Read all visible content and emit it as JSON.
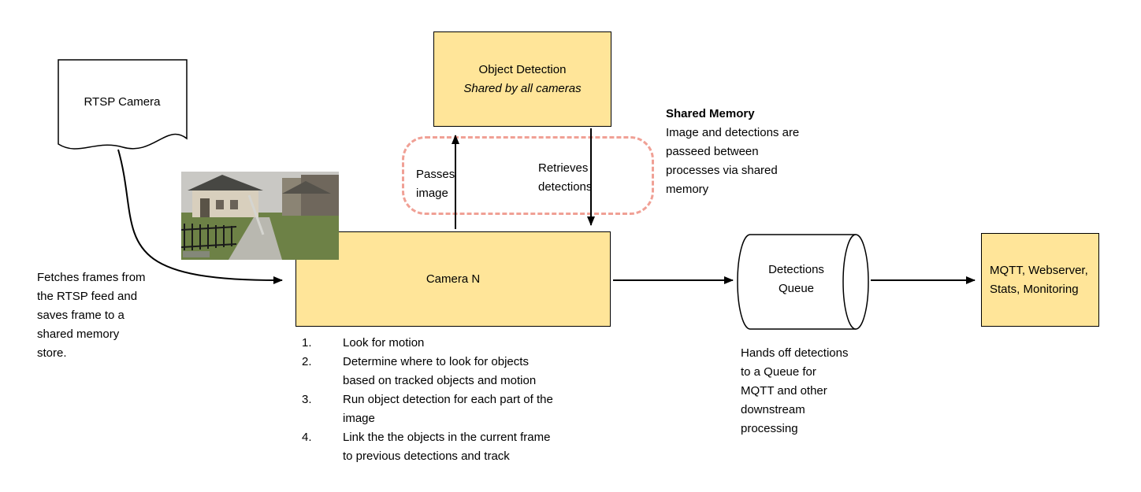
{
  "colors": {
    "box-fill": "#ffe599",
    "box-border": "#000000",
    "dashed-border": "#f0a095",
    "arrow": "#000000"
  },
  "nodes": {
    "rtsp_camera": {
      "label": "RTSP Camera"
    },
    "object_detection": {
      "title": "Object Detection",
      "subtitle": "Shared by all cameras"
    },
    "camera_n": {
      "label": "Camera N"
    },
    "detections_queue": {
      "label": "Detections\nQueue"
    },
    "outputs": {
      "label": "MQTT, Webserver,\nStats, Monitoring"
    }
  },
  "labels": {
    "passes_image": "Passes\nimage",
    "retrieves_detections": "Retrieves\ndetections"
  },
  "notes": {
    "fetch": "Fetches frames from\nthe RTSP feed and\nsaves frame to a\nshared memory\nstore.",
    "shared_memory_title": "Shared Memory",
    "shared_memory_body": "Image and detections are\npasseed between\nprocesses via shared\nmemory",
    "queue_handoff": "Hands off detections\nto a Queue for\nMQTT and other\ndownstream\nprocessing"
  },
  "steps": [
    {
      "num": "1.",
      "text": "Look for motion"
    },
    {
      "num": "2.",
      "text": "Determine where to look for objects\nbased on tracked objects and motion"
    },
    {
      "num": "3.",
      "text": "Run object detection for each part of the\nimage"
    },
    {
      "num": "4.",
      "text": "Link the the objects in the current frame\nto previous detections and track"
    }
  ]
}
